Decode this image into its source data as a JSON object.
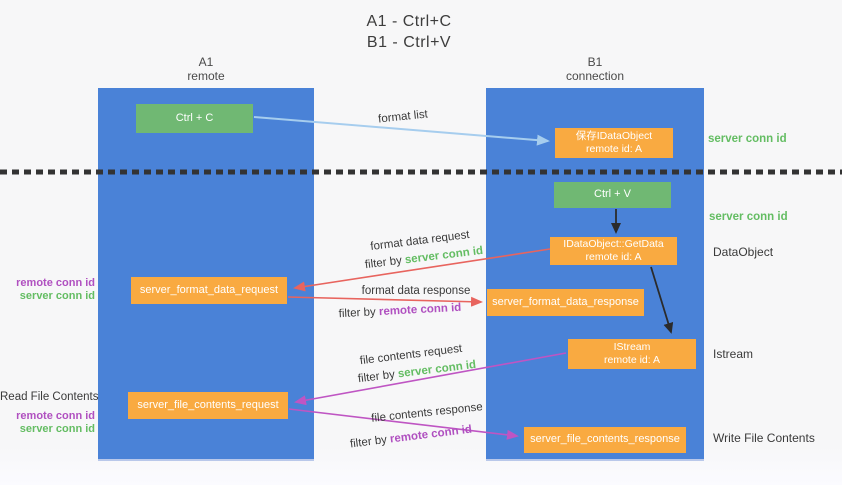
{
  "title": {
    "line1": "A1 - Ctrl+C",
    "line2": "B1 - Ctrl+V"
  },
  "lifelines": {
    "a1": {
      "name": "A1",
      "subtitle": "remote"
    },
    "b1": {
      "name": "B1",
      "subtitle": "connection"
    }
  },
  "boxes": {
    "ctrl_c": {
      "label": "Ctrl + C"
    },
    "save_idataobject": {
      "line1": "保存IDataObject",
      "line2": "remote id: A"
    },
    "ctrl_v": {
      "label": "Ctrl + V"
    },
    "idataobject_getdata": {
      "line1": "IDataObject::GetData",
      "line2": "remote id: A"
    },
    "server_format_data_request": {
      "label": "server_format_data_request"
    },
    "server_format_data_response": {
      "label": "server_format_data_response"
    },
    "istream": {
      "line1": "IStream",
      "line2": "remote id: A"
    },
    "server_file_contents_request": {
      "label": "server_file_contents_request"
    },
    "server_file_contents_response": {
      "label": "server_file_contents_response"
    }
  },
  "flow_labels": {
    "format_list": "format list",
    "format_data_request": "format data request",
    "format_data_request_filter": {
      "prefix": "filter by ",
      "key": "server conn id"
    },
    "format_data_response": "format data response",
    "format_data_response_filter": {
      "prefix": "filter by ",
      "key": "remote conn id"
    },
    "file_contents_request": "file contents request",
    "file_contents_request_filter": {
      "prefix": "filter by ",
      "key": "server conn id"
    },
    "file_contents_response": "file contents response",
    "file_contents_response_filter": {
      "prefix": "filter by ",
      "key": "remote conn id"
    }
  },
  "annotations": {
    "right_server_conn_id_top": "server conn id",
    "right_server_conn_id_mid": "server conn id",
    "right_dataobject": "DataObject",
    "right_istream": "Istream",
    "right_write_file_contents": "Write File Contents",
    "left_remote_conn_id_top": "remote conn id",
    "left_server_conn_id_top": "server conn id",
    "left_read_file_contents": "Read File Contents",
    "left_remote_conn_id_bottom": "remote conn id",
    "left_server_conn_id_bottom": "server conn id"
  },
  "colors": {
    "lifeline_blue": "#4a82d7",
    "action_green": "#70b873",
    "message_orange": "#f9aa41",
    "request_red": "#e8645e",
    "file_magenta": "#bf55c3",
    "format_list_blue": "#a6cdee",
    "server_conn_id_green": "#64bd63",
    "remote_conn_id_purple": "#b050c0",
    "separator_dash": "#333333",
    "black_arrow": "#2b2b2b"
  }
}
